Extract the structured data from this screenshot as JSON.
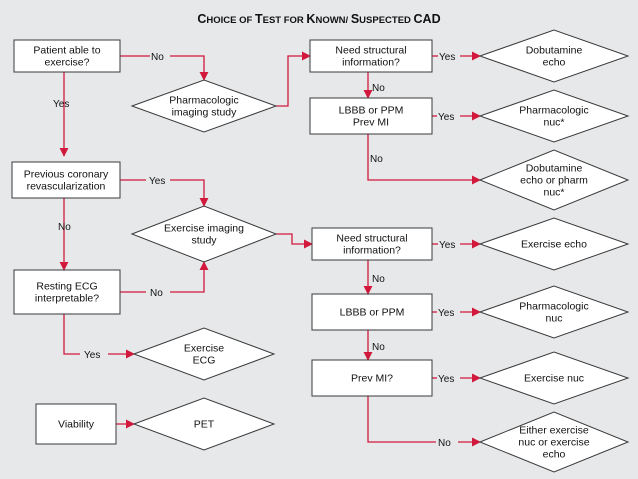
{
  "title": {
    "parts": [
      {
        "text": "C",
        "size": 12.5
      },
      {
        "text": "HOICE OF ",
        "size": 9.5
      },
      {
        "text": "T",
        "size": 12.5
      },
      {
        "text": "EST FOR ",
        "size": 9.5
      },
      {
        "text": "K",
        "size": 12.5
      },
      {
        "text": "NOWN/ ",
        "size": 9.5
      },
      {
        "text": "S",
        "size": 12.5
      },
      {
        "text": "USPECTED ",
        "size": 9.5
      },
      {
        "text": "CAD",
        "size": 12.5
      }
    ]
  },
  "nodes": {
    "able_exercise": [
      "Patient able to",
      "exercise?"
    ],
    "pharm_imaging": [
      "Pharmacologic",
      "imaging study"
    ],
    "need_struct_1": [
      "Need structural",
      "information?"
    ],
    "dobutamine_echo": [
      "Dobutamine",
      "echo"
    ],
    "lbbb_ppm_mi": [
      "LBBB or PPM",
      "Prev MI"
    ],
    "pharm_nuc_1": [
      "Pharmacologic",
      "nuc*"
    ],
    "dob_echo_pharm": [
      "Dobutamine",
      "echo or pharm",
      "nuc*"
    ],
    "prev_revasc": [
      "Previous coronary",
      "revascularization"
    ],
    "exercise_imaging": [
      "Exercise imaging",
      "study"
    ],
    "need_struct_2": [
      "Need structural",
      "information?"
    ],
    "exercise_echo": [
      "Exercise echo"
    ],
    "resting_ecg": [
      "Resting ECG",
      "interpretable?"
    ],
    "lbbb_ppm": [
      "LBBB or PPM"
    ],
    "pharm_nuc_2": [
      "Pharmacologic",
      "nuc"
    ],
    "prev_mi": [
      "Prev MI?"
    ],
    "exercise_nuc": [
      "Exercise nuc"
    ],
    "exercise_ecg": [
      "Exercise",
      "ECG"
    ],
    "either": [
      "Either exercise",
      "nuc or exercise",
      "echo"
    ],
    "viability": [
      "Viability"
    ],
    "pet": [
      "PET"
    ]
  },
  "labels": {
    "yes": "Yes",
    "no": "No"
  }
}
